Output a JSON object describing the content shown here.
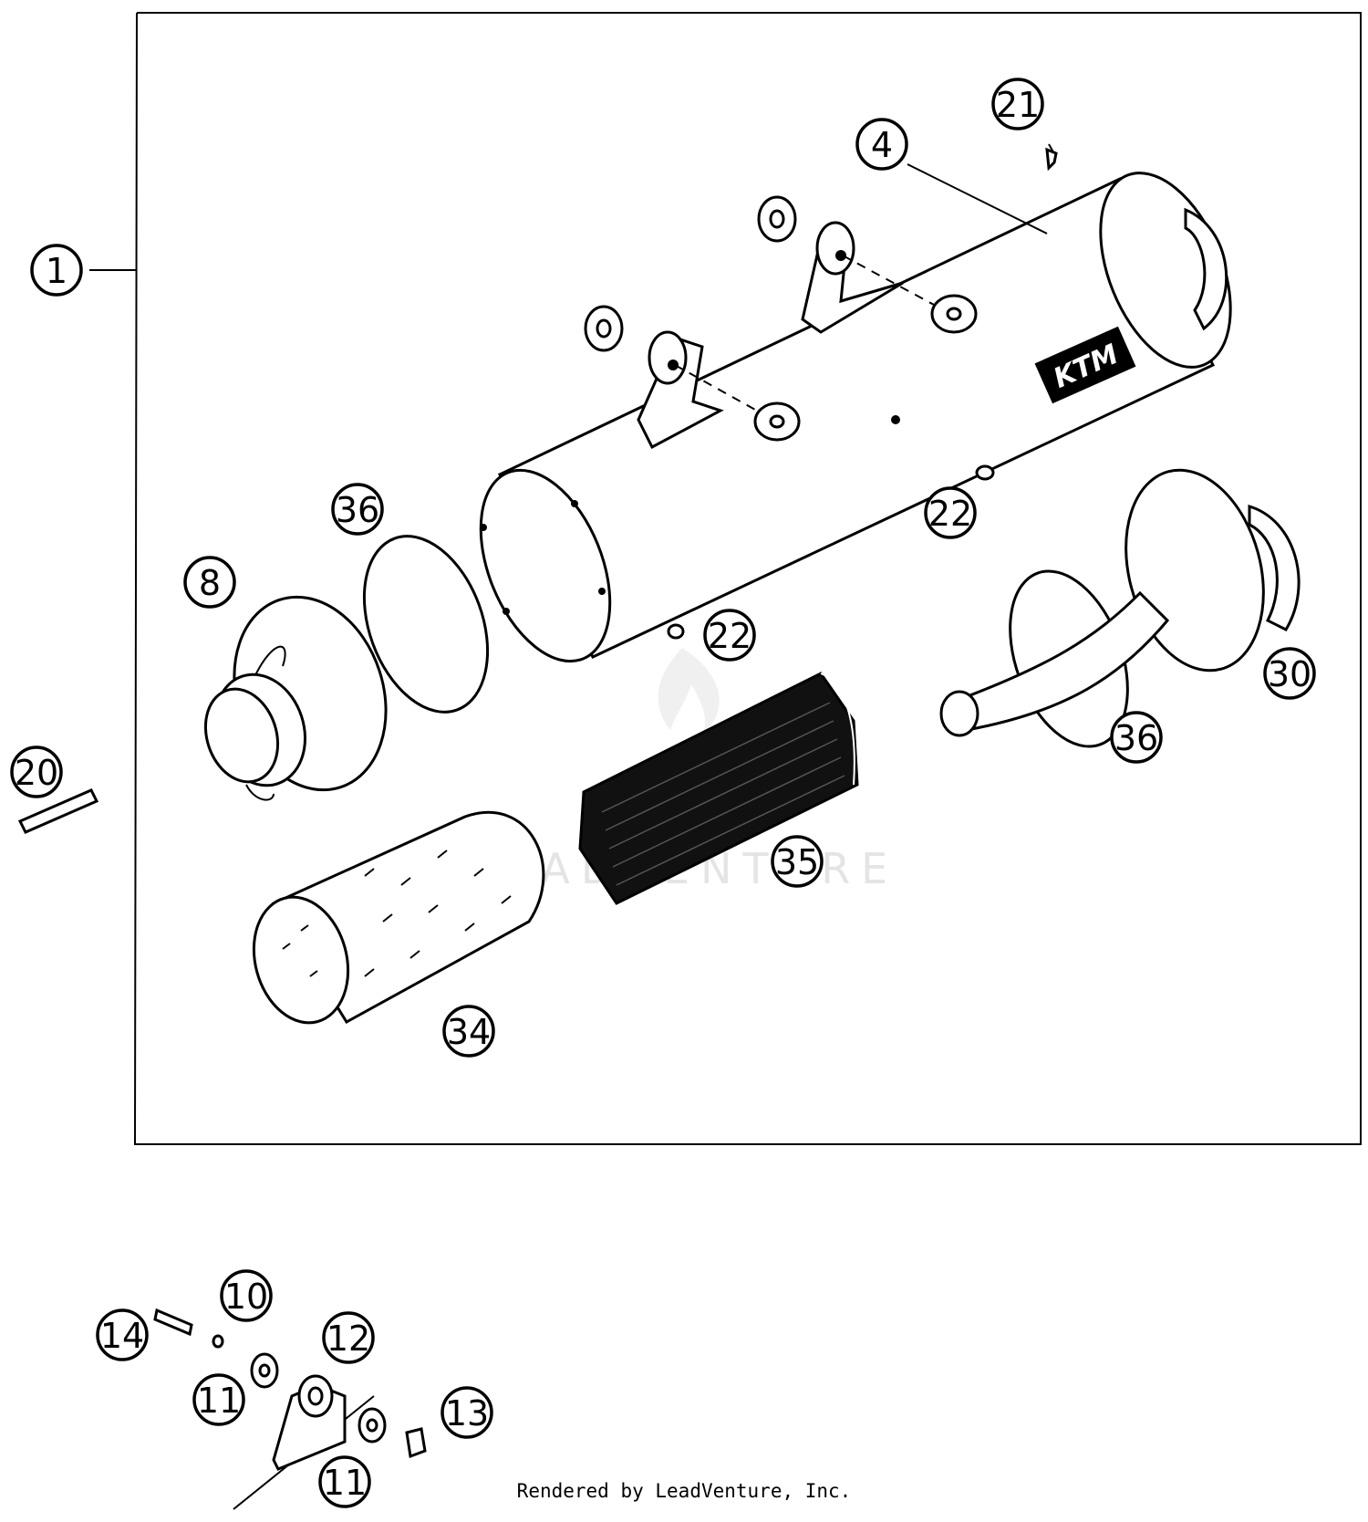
{
  "callouts": [
    {
      "id": "1",
      "label": "1"
    },
    {
      "id": "4",
      "label": "4"
    },
    {
      "id": "8",
      "label": "8"
    },
    {
      "id": "10",
      "label": "10"
    },
    {
      "id": "11a",
      "label": "11"
    },
    {
      "id": "11b",
      "label": "11"
    },
    {
      "id": "12",
      "label": "12"
    },
    {
      "id": "13",
      "label": "13"
    },
    {
      "id": "14",
      "label": "14"
    },
    {
      "id": "20",
      "label": "20"
    },
    {
      "id": "21",
      "label": "21"
    },
    {
      "id": "22a",
      "label": "22"
    },
    {
      "id": "22b",
      "label": "22"
    },
    {
      "id": "30",
      "label": "30"
    },
    {
      "id": "34",
      "label": "34"
    },
    {
      "id": "35",
      "label": "35"
    },
    {
      "id": "36a",
      "label": "36"
    },
    {
      "id": "36b",
      "label": "36"
    }
  ],
  "brand_mark": "KTM",
  "watermark": "LEADVENTURE",
  "footer": "Rendered by LeadVenture, Inc."
}
